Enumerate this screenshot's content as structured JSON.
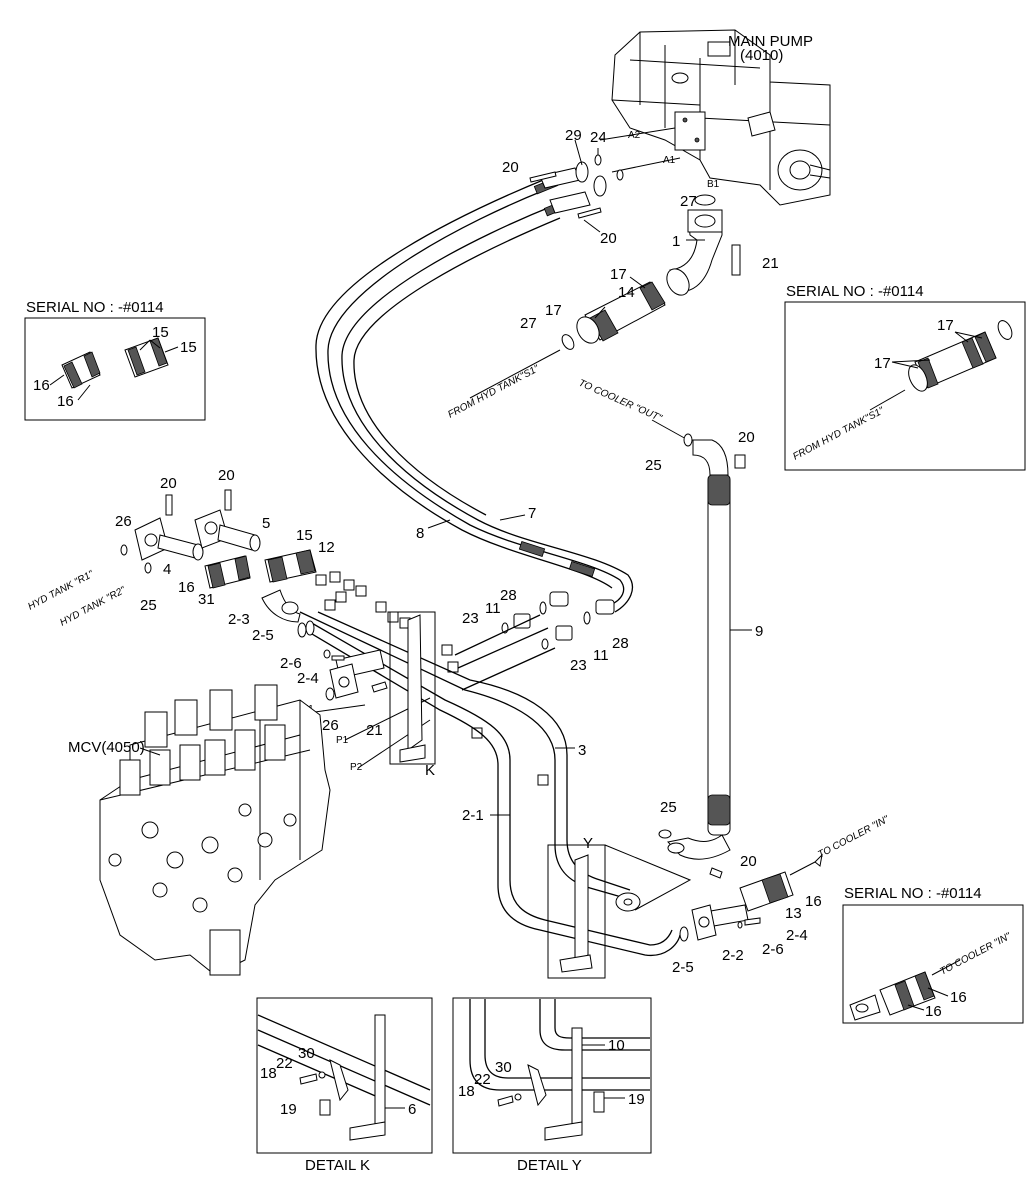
{
  "title": "",
  "components": {
    "main_pump": "MAIN PUMP",
    "main_pump_code": "(4010)",
    "mcv": "MCV(4050)"
  },
  "serial_boxes": [
    {
      "title": "SERIAL NO : -#0114",
      "labels": [
        "15",
        "15",
        "16",
        "16"
      ]
    },
    {
      "title": "SERIAL NO : -#0114",
      "labels": [
        "17",
        "17"
      ],
      "note": "FROM HYD TANK\"S1\""
    },
    {
      "title": "SERIAL NO : -#0114",
      "labels": [
        "16",
        "16"
      ],
      "note": "TO COOLER \"IN\""
    }
  ],
  "details": [
    {
      "title": "DETAIL K",
      "labels": [
        "30",
        "22",
        "18",
        "19",
        "6"
      ]
    },
    {
      "title": "DETAIL Y",
      "labels": [
        "10",
        "30",
        "22",
        "18",
        "19"
      ]
    }
  ],
  "flow_notes": {
    "from_tank_s1": "FROM HYD TANK\"S1\"",
    "to_cooler_out": "TO COOLER \"OUT\"",
    "to_cooler_in": "TO COOLER \"IN\"",
    "hyd_tank_r1": "HYD TANK \"R1\"",
    "hyd_tank_r2": "HYD TANK \"R2\""
  },
  "port_labels": {
    "a1": "A1",
    "a2": "A2",
    "b1": "B1",
    "t1": "T1",
    "p1": "P1",
    "p2": "P2",
    "k": "K",
    "y": "Y"
  },
  "callouts": {
    "c29": "29",
    "c24": "24",
    "c20a": "20",
    "c20b": "20",
    "c27a": "27",
    "c1": "1",
    "c21a": "21",
    "c17a": "17",
    "c14": "14",
    "c17b": "17",
    "c27b": "27",
    "c20c": "20",
    "c25a": "25",
    "c7": "7",
    "c8": "8",
    "c9": "9",
    "c28a": "28",
    "c11a": "11",
    "c23a": "23",
    "c11b": "11",
    "c28b": "28",
    "c23b": "23",
    "c20d": "20",
    "c20e": "20",
    "c26a": "26",
    "c5": "5",
    "c15": "15",
    "c12": "12",
    "c4": "4",
    "c16a": "16",
    "c31": "31",
    "c25b": "25",
    "c2_3": "2-3",
    "c2_5a": "2-5",
    "c2_6a": "2-6",
    "c2_4a": "2-4",
    "c26b": "26",
    "c21b": "21",
    "c3": "3",
    "c2_1": "2-1",
    "c25c": "25",
    "c20f": "20",
    "c16b": "16",
    "c13": "13",
    "c2_4b": "2-4",
    "c2_6b": "2-6",
    "c2_2": "2-2",
    "c2_5b": "2-5"
  }
}
